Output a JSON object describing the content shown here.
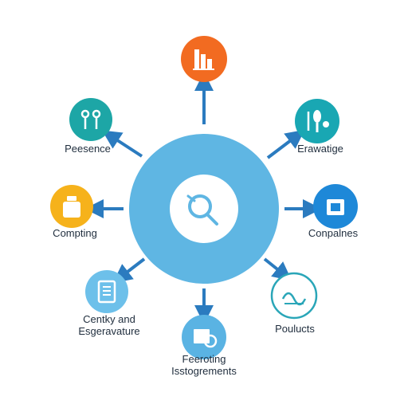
{
  "diagram": {
    "hub": {
      "icon": "search-icon",
      "color": "#5fb6e3"
    },
    "arrow_color": "#2b7bbf",
    "nodes": [
      {
        "id": "top",
        "label": "",
        "icon": "bar-chart-icon",
        "color": "#f26b21",
        "arrow": "outward"
      },
      {
        "id": "top-left",
        "label": "Peesence",
        "icon": "magnifier-pair-icon",
        "color": "#1da6a6",
        "arrow": "outward"
      },
      {
        "id": "top-right",
        "label": "Erawatige",
        "icon": "spoon-tools-icon",
        "color": "#19a7b3",
        "arrow": "outward"
      },
      {
        "id": "left",
        "label": "Compting",
        "icon": "jar-icon",
        "color": "#f6b21b",
        "arrow": "outward"
      },
      {
        "id": "right",
        "label": "Conpalnes",
        "icon": "box-icon",
        "color": "#1e88d8",
        "arrow": "inward"
      },
      {
        "id": "bottom-left",
        "label": "Centky and Esgeravature",
        "icon": "document-icon",
        "color": "#6dc0ea",
        "arrow": "outward"
      },
      {
        "id": "bottom",
        "label": "Feeroting Isstogrements",
        "icon": "report-icon",
        "color": "#5ab3e3",
        "arrow": "outward"
      },
      {
        "id": "bottom-right",
        "label": "Poulucts",
        "icon": "products-icon",
        "color": "#ffffff",
        "arrow": "outward"
      }
    ]
  }
}
